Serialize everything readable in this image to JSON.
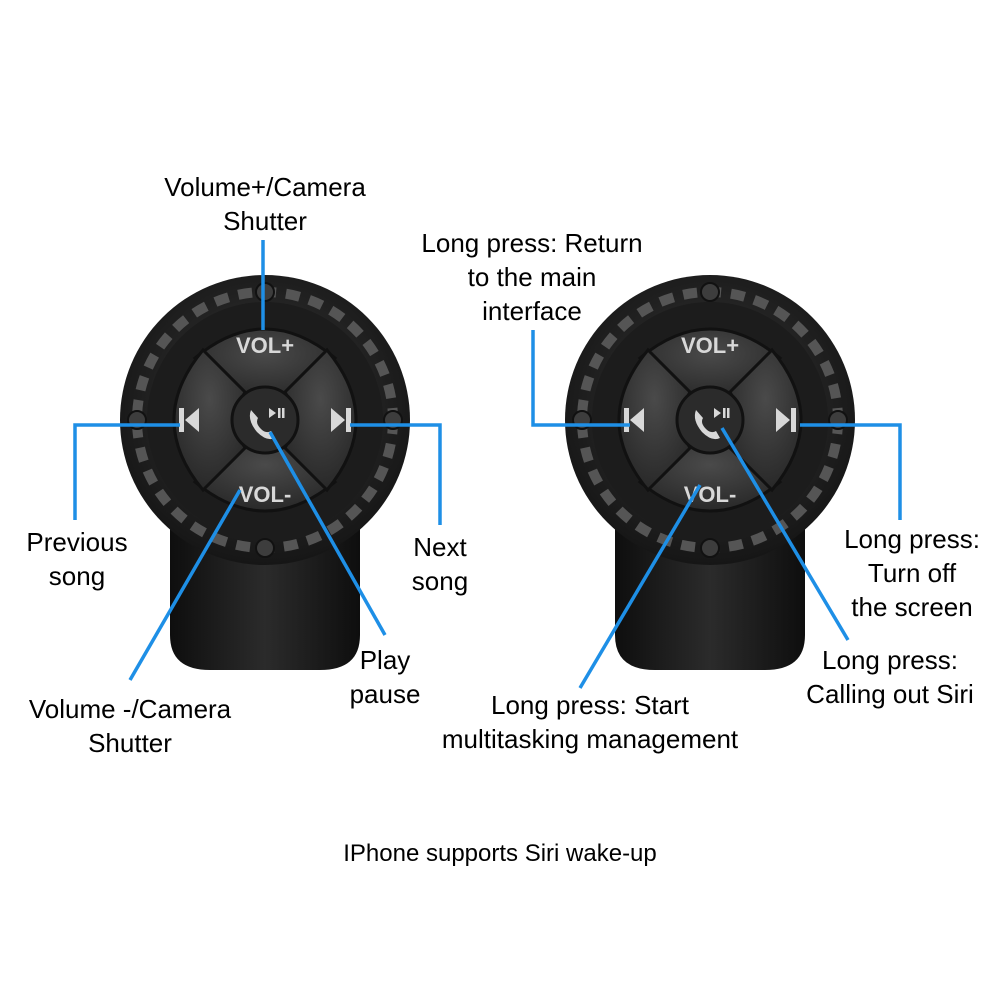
{
  "left_device": {
    "vol_plus": "VOL+",
    "vol_minus": "VOL-",
    "annotations": {
      "volume_up": [
        "Volume+/Camera",
        "Shutter"
      ],
      "previous": [
        "Previous",
        "song"
      ],
      "next": [
        "Next",
        "song"
      ],
      "play": [
        "Play",
        "pause"
      ],
      "volume_down": [
        "Volume -/Camera",
        "Shutter"
      ]
    }
  },
  "right_device": {
    "vol_plus": "VOL+",
    "vol_minus": "VOL-",
    "annotations": {
      "main_interface": [
        "Long press: Return",
        "to the main",
        "interface"
      ],
      "screen_off": [
        "Long press:",
        "Turn off",
        "the screen"
      ],
      "siri": [
        "Long press:",
        "Calling out Siri"
      ],
      "multitask": [
        "Long press: Start",
        "multitasking management"
      ]
    }
  },
  "caption": "IPhone supports Siri wake-up",
  "colors": {
    "callout": "#1e8fe6",
    "body": "#2a2a2a",
    "button": "#3a3a3a",
    "ring": "#4a4a4a"
  }
}
